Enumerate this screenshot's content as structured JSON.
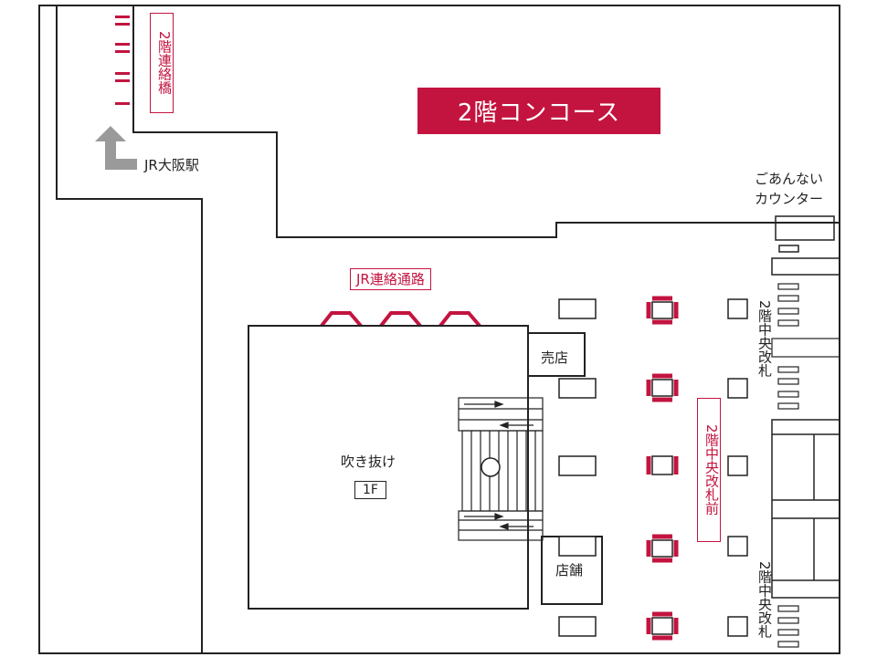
{
  "banner": {
    "label": "2階コンコース"
  },
  "connect_bridge": {
    "label": "2階連絡橋"
  },
  "jr_direction": {
    "label": "JR大阪駅"
  },
  "info_counter": {
    "line1": "ごあんない",
    "line2": "カウンター"
  },
  "jr_passage": {
    "label": "JR連絡通路"
  },
  "kiosk": {
    "label": "売店"
  },
  "atrium": {
    "label": "吹き抜け",
    "floor": "1F"
  },
  "shop": {
    "label": "店舗"
  },
  "central_gate_front": {
    "label": "2階中央改札前"
  },
  "central_gate_upper": {
    "label": "2階中央改札"
  },
  "central_gate_lower": {
    "label": "2階中央改札"
  },
  "colors": {
    "accent": "#c3143f",
    "line": "#222222",
    "arrow": "#9a9a9a"
  },
  "icons": [
    "up-arrow-icon",
    "pillar-icon",
    "escalator-direction-arrow-icon"
  ]
}
